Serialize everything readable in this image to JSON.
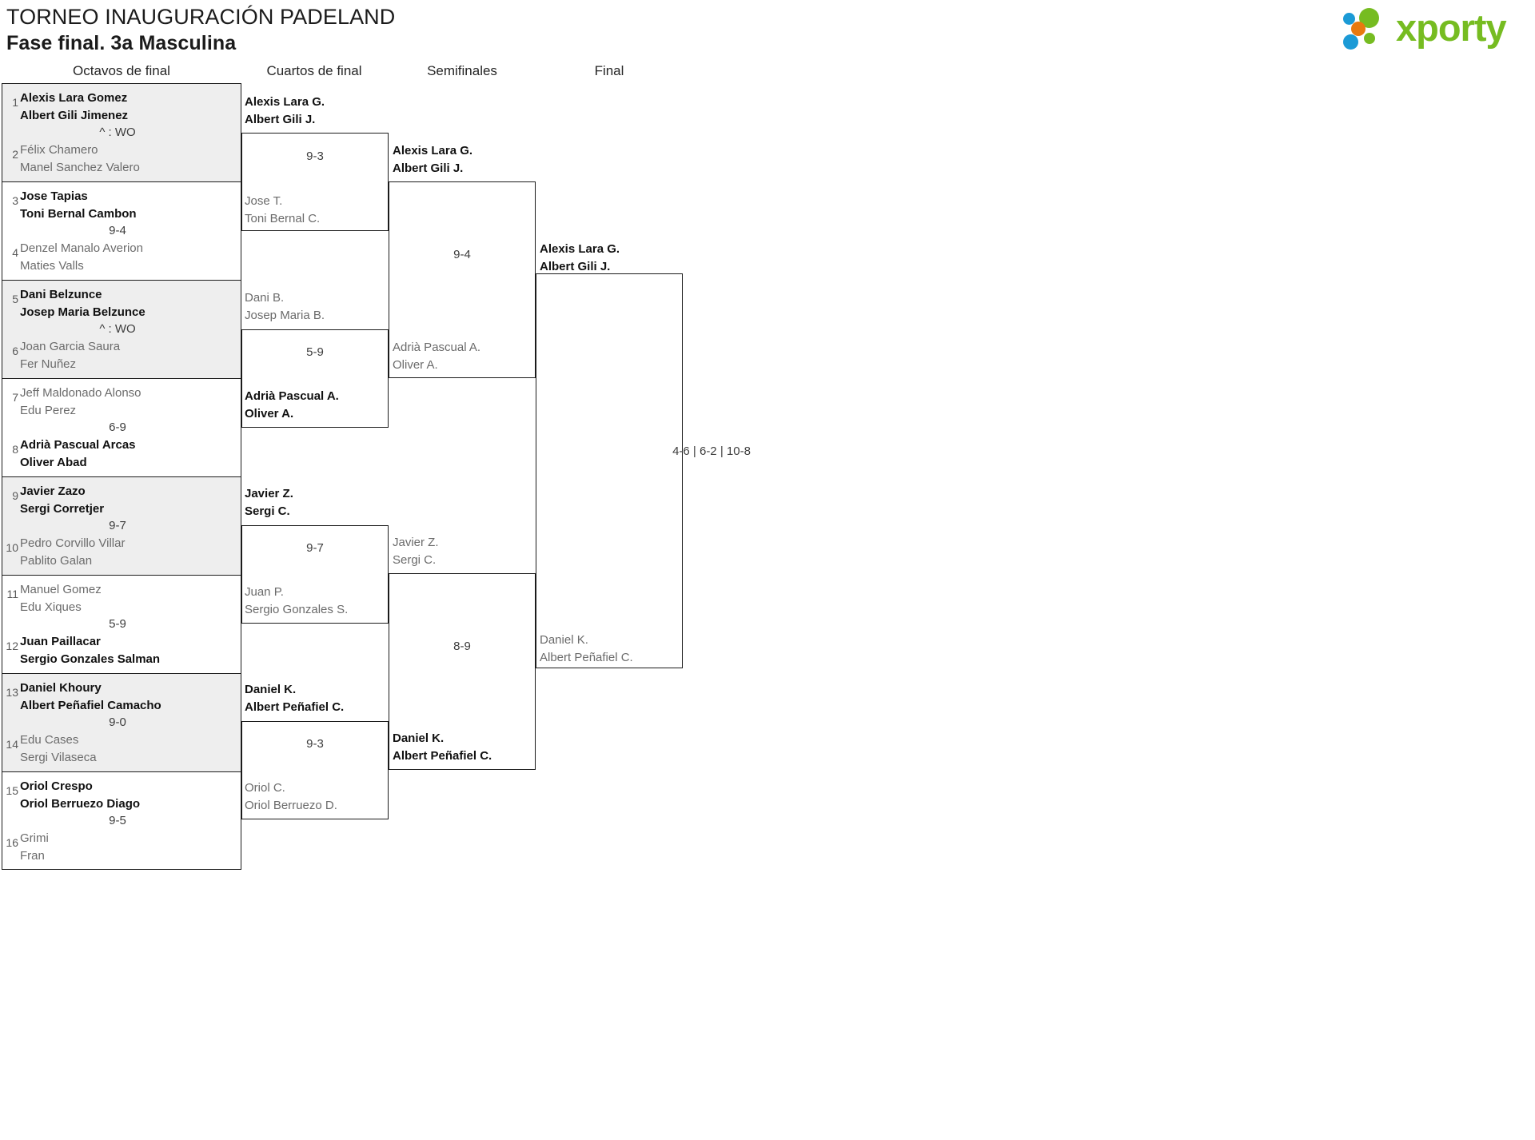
{
  "header": {
    "tournament_name": "TORNEO INAUGURACIÓN PADELAND",
    "phase": "Fase final. 3a Masculina",
    "logo_text": "xporty",
    "logo_colors": {
      "blue": "#1b9ad6",
      "orange": "#e8790f",
      "green": "#76bc21"
    }
  },
  "rounds": [
    {
      "key": "r16",
      "label": "Octavos de final"
    },
    {
      "key": "qf",
      "label": "Cuartos de final"
    },
    {
      "key": "sf",
      "label": "Semifinales"
    },
    {
      "key": "f",
      "label": "Final"
    }
  ],
  "round_of_16": [
    {
      "seed_top": "1",
      "top1": "Alexis Lara Gomez",
      "top2": "Albert Gili Jimenez",
      "top_won": true,
      "seed_bot": "2",
      "bot1": "Félix Chamero",
      "bot2": "Manel Sanchez Valero",
      "score": "^ : WO"
    },
    {
      "seed_top": "3",
      "top1": "Jose Tapias",
      "top2": "Toni Bernal Cambon",
      "top_won": true,
      "seed_bot": "4",
      "bot1": "Denzel Manalo Averion",
      "bot2": "Maties Valls",
      "score": "9-4"
    },
    {
      "seed_top": "5",
      "top1": "Dani Belzunce",
      "top2": "Josep Maria Belzunce",
      "top_won": true,
      "seed_bot": "6",
      "bot1": "Joan Garcia Saura",
      "bot2": "Fer Nuñez",
      "score": "^ : WO"
    },
    {
      "seed_top": "7",
      "top1": "Jeff Maldonado Alonso",
      "top2": "Edu Perez",
      "top_won": false,
      "seed_bot": "8",
      "bot1": "Adrià Pascual Arcas",
      "bot2": "Oliver Abad",
      "score": "6-9"
    },
    {
      "seed_top": "9",
      "top1": "Javier Zazo",
      "top2": "Sergi Corretjer",
      "top_won": true,
      "seed_bot": "10",
      "bot1": "Pedro Corvillo Villar",
      "bot2": "Pablito Galan",
      "score": "9-7"
    },
    {
      "seed_top": "11",
      "top1": "Manuel Gomez",
      "top2": "Edu Xiques",
      "top_won": false,
      "seed_bot": "12",
      "bot1": "Juan Paillacar",
      "bot2": "Sergio Gonzales Salman",
      "score": "5-9"
    },
    {
      "seed_top": "13",
      "top1": "Daniel Khoury",
      "top2": "Albert Peñafiel Camacho",
      "top_won": true,
      "seed_bot": "14",
      "bot1": "Edu Cases",
      "bot2": "Sergi Vilaseca",
      "score": "9-0"
    },
    {
      "seed_top": "15",
      "top1": "Oriol Crespo",
      "top2": "Oriol Berruezo Diago",
      "top_won": true,
      "seed_bot": "16",
      "bot1": "Grimi",
      "bot2": "Fran",
      "score": "9-5"
    }
  ],
  "quarter_finals": [
    {
      "top1": "Alexis Lara G.",
      "top2": "Albert Gili J.",
      "top_won": true,
      "bot1": "Jose T.",
      "bot2": "Toni Bernal C.",
      "score": "9-3"
    },
    {
      "top1": "Dani B.",
      "top2": "Josep Maria B.",
      "top_won": false,
      "bot1": "Adrià Pascual A.",
      "bot2": "Oliver A.",
      "score": "5-9"
    },
    {
      "top1": "Javier Z.",
      "top2": "Sergi C.",
      "top_won": true,
      "bot1": "Juan P.",
      "bot2": "Sergio Gonzales S.",
      "score": "9-7"
    },
    {
      "top1": "Daniel K.",
      "top2": "Albert Peñafiel C.",
      "top_won": true,
      "bot1": "Oriol C.",
      "bot2": "Oriol Berruezo D.",
      "score": "9-3"
    }
  ],
  "semi_finals": [
    {
      "top1": "Alexis Lara G.",
      "top2": "Albert Gili J.",
      "top_won": true,
      "bot1": "Adrià Pascual A.",
      "bot2": "Oliver A.",
      "score": "9-4"
    },
    {
      "top1": "Javier Z.",
      "top2": "Sergi C.",
      "top_won": false,
      "bot1": "Daniel K.",
      "bot2": "Albert Peñafiel C.",
      "score": "8-9"
    }
  ],
  "final": {
    "top1": "Alexis Lara G.",
    "top2": "Albert Gili J.",
    "top_won": true,
    "bot1": "Daniel K.",
    "bot2": "Albert Peñafiel C.",
    "score": "4-6 | 6-2 | 10-8"
  }
}
